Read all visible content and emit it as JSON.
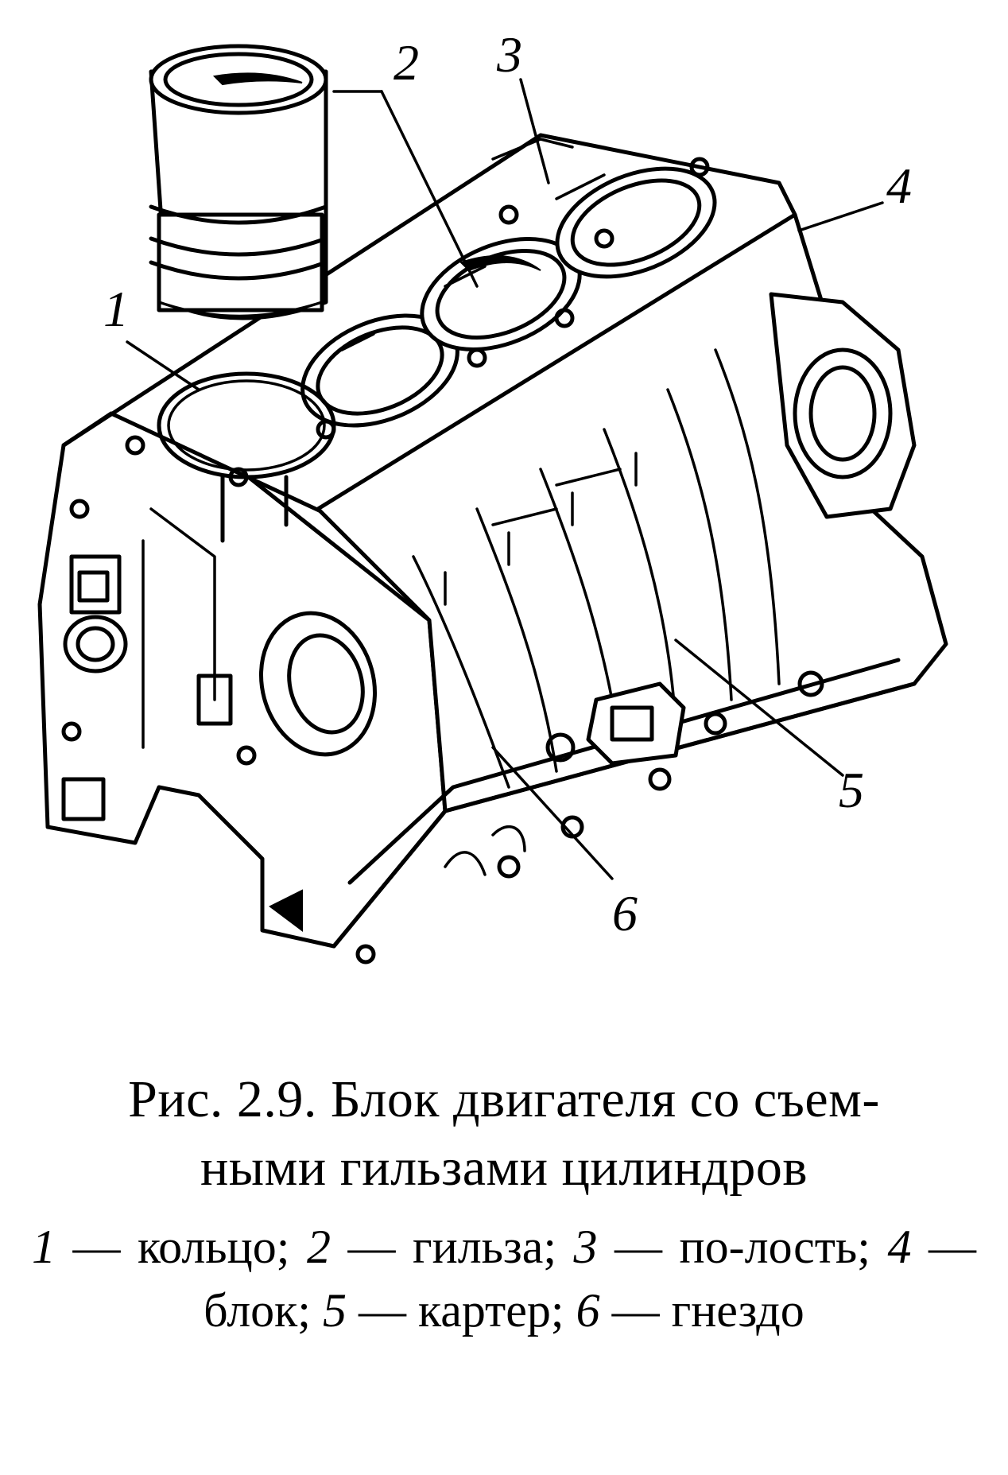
{
  "figure": {
    "callouts": [
      {
        "id": "1",
        "label": "1"
      },
      {
        "id": "2",
        "label": "2"
      },
      {
        "id": "3",
        "label": "3"
      },
      {
        "id": "4",
        "label": "4"
      },
      {
        "id": "5",
        "label": "5"
      },
      {
        "id": "6",
        "label": "6"
      }
    ]
  },
  "caption": {
    "title_line1": "Рис. 2.9. Блок двигателя со съем-",
    "title_line2": "ными гильзами цилиндров",
    "legend": [
      {
        "num": "1",
        "text": " — кольцо; "
      },
      {
        "num": "2",
        "text": " — гильза; "
      },
      {
        "num": "3",
        "text": " — по-лость; "
      },
      {
        "num": "4",
        "text": " — блок; "
      },
      {
        "num": "5",
        "text": " — картер; "
      },
      {
        "num": "6",
        "text": " — гнездо"
      }
    ]
  }
}
